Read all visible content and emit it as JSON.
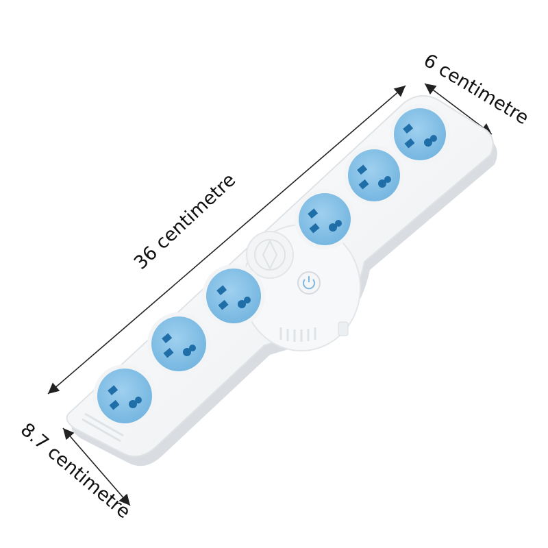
{
  "dimensions": {
    "length_label": "36 centimetre",
    "top_width_label": "6 centimetre",
    "bottom_width_label": "8.7 centimetre"
  },
  "product": {
    "name": "power-strip",
    "socket_count": 6,
    "has_power_button": true
  },
  "colors": {
    "body": "#f4f5f6",
    "socket_face": "#86c3e8",
    "socket_slots": "#1f6ea8",
    "arrow": "#222222"
  }
}
